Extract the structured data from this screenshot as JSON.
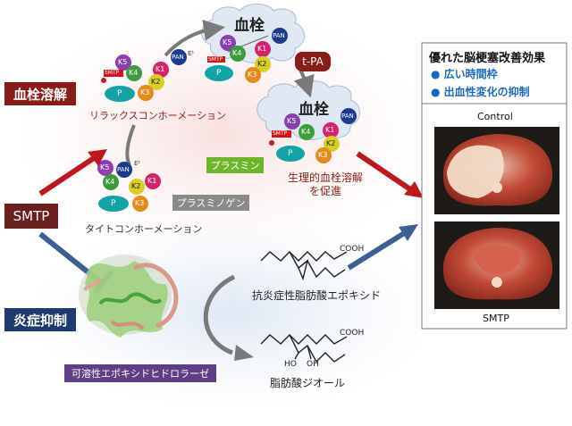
{
  "labels": {
    "thrombolysis": "血栓溶解",
    "anti_inflammation": "炎症抑制",
    "smtp": "SMTP",
    "relaxed_conformation": "リラックスコンホーメーション",
    "tight_conformation": "タイトコンホーメーション",
    "plasminogen": "プラスミノゲン",
    "plasmin": "プラスミン",
    "thrombus_top": "血栓",
    "thrombus_mid": "血栓",
    "tpa": "t-PA",
    "promote_line1": "生理的血栓溶解",
    "promote_line2": "を促進",
    "epoxide": "抗炎症性脂肪酸エポキシド",
    "diol": "脂肪酸ジオール",
    "seh": "可溶性エポキシドヒドロラーゼ",
    "cooh1": "COOH",
    "cooh2": "COOH",
    "oh1": "HO",
    "oh2": "OH"
  },
  "domains": {
    "k1": "K1",
    "k2": "K2",
    "k3": "K3",
    "k4": "K4",
    "k5": "K5",
    "pan": "PAN",
    "p": "P",
    "smtp_tag": "SMTP",
    "e1": "E¹"
  },
  "result": {
    "title": "優れた脳梗塞改善効果",
    "bullet1": "広い時間枠",
    "bullet2": "出血性変化の抑制",
    "control": "Control",
    "smtp": "SMTP"
  },
  "colors": {
    "dark_red": "#8b1a1a",
    "navy": "#1f3a6e",
    "purple_box": "#5e3f86",
    "gray_box": "#8a8a8a",
    "green_box": "#6fb52c",
    "blue_text": "#1a67c4",
    "arrow_red": "#c0161e",
    "arrow_blue": "#3e5f96"
  }
}
